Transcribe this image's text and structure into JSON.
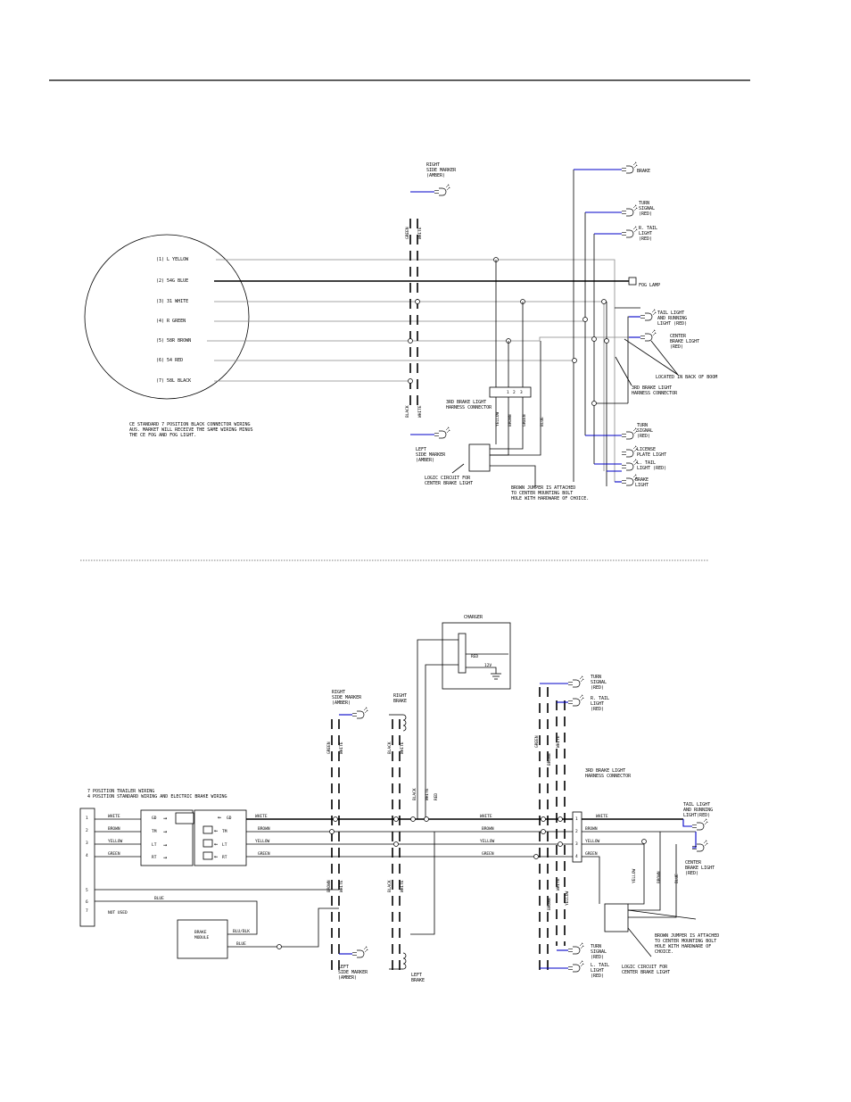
{
  "diagram1": {
    "connector_pins": [
      "(1) L  YELLOW",
      "(2) 54G  BLUE",
      "(3) 31  WHITE",
      "(4) R  GREEN",
      "(5) 58R  BROWN",
      "(6) 54  RED",
      "(7) 58L  BLACK"
    ],
    "connector_note": "CE STANDARD 7 POSITION BLACK CONNECTOR WIRING\nAUS. MARKET WILL RECEIVE THE SAME WIRING MINUS\nTHE CE FOG AND FOG LIGHT.",
    "right_marker": "RIGHT\nSIDE MARKER\n(AMBER)",
    "left_marker": "LEFT\nSIDE MARKER\n(AMBER)",
    "wire_labels": {
      "marker_green": "GREEN",
      "marker_white": "WHITE",
      "marker_black": "BLACK",
      "hc_yellow": "YELLOW",
      "hc_brown": "BROWN",
      "hc_green": "GREEN",
      "hc_blue": "BLUE"
    },
    "harness_connector": "3RD BRAKE LIGHT\nHARNESS CONNECTOR",
    "harness_pins": [
      "1",
      "2",
      "3"
    ],
    "logic_circuit": "LOGIC CIRCUIT FOR\nCENTER BRAKE LIGHT",
    "brown_jumper": "BROWN JUMPER IS ATTACHED\nTO CENTER MOUNTING BOLT\nHOLE WITH HARDWARE OF CHOICE.",
    "right_labels": {
      "brake_top": "BRAKE",
      "turn_top": "TURN\nSIGNAL\n(RED)",
      "rtail": "R. TAIL\nLIGHT\n(RED)",
      "fog": "FOG LAMP",
      "tail_running": "TAIL LIGHT\nAND RUNNING\nLIGHT (RED)",
      "center_brake": "CENTER\nBRAKE LIGHT\n(RED)",
      "located": "LOCATED IN BACK OF BOOM",
      "harness2": "3RD BRAKE LIGHT\nHARNESS CONNECTOR",
      "turn_bottom": "TURN\nSIGNAL\n(RED)",
      "license": "LICENSE\nPLATE LIGHT",
      "ltail": "L. TAIL\nLIGHT (RED)",
      "brake_bottom": "BRAKE\nLIGHT"
    }
  },
  "diagram2": {
    "charger": "CHARGER",
    "red": "RED",
    "volt": "12V",
    "trailer_title": "7 POSITION TRAILER WIRING\n4 POSITION STANDARD WIRING AND ELECTRIC BRAKE WIRING",
    "left_pins": [
      "1",
      "2",
      "3",
      "4",
      "5",
      "6",
      "7"
    ],
    "left_wires": [
      "WHITE",
      "BROWN",
      "YELLOW",
      "GREEN",
      "BLUE",
      "NOT USED"
    ],
    "plug_pins": [
      "GD",
      "TM",
      "LT",
      "RT"
    ],
    "socket_pins": [
      "GD",
      "TM",
      "LT",
      "RT"
    ],
    "main_wires": [
      "WHITE",
      "BROWN",
      "YELLOW",
      "GREEN"
    ],
    "main_wires_mid": [
      "WHITE",
      "BROWN",
      "YELLOW",
      "GREEN"
    ],
    "right_wires": [
      "WHITE",
      "BROWN",
      "YELLOW",
      "GREEN"
    ],
    "brake_module": "BRAKE\nMODULE",
    "blu_blk": "BLU/BLK",
    "blue": "BLUE",
    "right_marker": "RIGHT\nSIDE MARKER\n(AMBER)",
    "right_brake": "RIGHT\nBRAKE",
    "left_marker": "LEFT\nSIDE MARKER\n(AMBER)",
    "left_brake": "LEFT\nBRAKE",
    "vert_labels": {
      "rm_green": "GREEN",
      "rm_white": "WHITE",
      "rb_black": "BLACK",
      "rb_white": "WHITE",
      "ch_black": "BLACK",
      "ch_white": "WHITE",
      "ch_red": "RED",
      "lm_brown": "BROWN",
      "lm_white": "WHITE",
      "lb_black": "BLACK",
      "lb_white": "WHITE",
      "rt_green": "GREEN",
      "rt_white": "WHITE",
      "rt_brown": "BROWN",
      "lt_brown": "BROWN",
      "lt_white": "WHITE",
      "lt_yellow": "YELLOW",
      "hc_yellow": "YELLOW",
      "hc_brown": "BROWN",
      "hc_blue": "BLUE"
    },
    "turn_top": "TURN\nSIGNAL\n(RED)",
    "rtail": "R. TAIL\nLIGHT\n(RED)",
    "harness": "3RD BRAKE LIGHT\nHARNESS CONNECTOR",
    "harness_pins": [
      "1",
      "2",
      "3",
      "4"
    ],
    "tail_running": "TAIL LIGHT\nAND RUNNING\nLIGHT(RED)",
    "center_brake": "CENTER\nBRAKE LIGHT\n(RED)",
    "brown_jumper": "BROWN JUMPER IS ATTACHED\nTO CENTER MOUNTING BOLT\nHOLE WITH HARDWARE OF\nCHOICE.",
    "logic_circuit": "LOGIC CIRCUIT FOR\nCENTER BRAKE LIGHT",
    "turn_bottom": "TURN\nSIGNAL\n(RED)",
    "ltail": "L. TAIL\nLIGHT\n(RED)"
  }
}
